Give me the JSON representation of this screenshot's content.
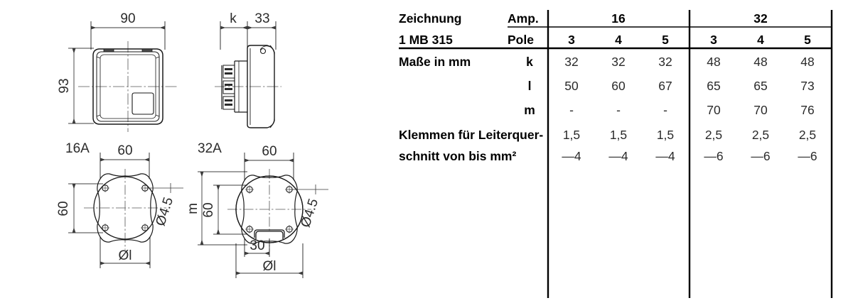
{
  "drawing": {
    "front_view": {
      "width_dim": "90",
      "height_dim": "93"
    },
    "side_view": {
      "depth_dim_left": "k",
      "depth_dim_right": "33"
    },
    "plate_16a": {
      "title": "16A",
      "width_dim": "60",
      "height_dim": "60",
      "hole_dim": "Ø4.5",
      "bore_dim": "Øl"
    },
    "plate_32a": {
      "title": "32A",
      "width_dim": "60",
      "height_dim": "60",
      "outer_height_dim": "m",
      "bottom_dim": "30",
      "hole_dim": "Ø4.5",
      "bore_dim": "Øl"
    }
  },
  "table": {
    "drawing_label": "Zeichnung",
    "drawing_number": "1 MB 315",
    "dimensions_label": "Maße in mm",
    "amp_label": "Amp.",
    "pole_label": "Pole",
    "amp_groups": [
      "16",
      "32"
    ],
    "pole_headers": [
      "3",
      "4",
      "5",
      "3",
      "4",
      "5"
    ],
    "rows": [
      {
        "label": "k",
        "values": [
          "32",
          "32",
          "32",
          "48",
          "48",
          "48"
        ]
      },
      {
        "label": "l",
        "values": [
          "50",
          "60",
          "67",
          "65",
          "65",
          "73"
        ]
      },
      {
        "label": "m",
        "values": [
          "-",
          "-",
          "-",
          "70",
          "70",
          "76"
        ]
      }
    ],
    "terminal_label_line1": "Klemmen für Leiterquer-",
    "terminal_label_line2": "schnitt von bis mm²",
    "terminal_row_top": [
      "1,5",
      "1,5",
      "1,5",
      "2,5",
      "2,5",
      "2,5"
    ],
    "terminal_row_bottom": [
      "—4",
      "—4",
      "—4",
      "—6",
      "—6",
      "—6"
    ]
  },
  "colors": {
    "line": "#1a1a1a",
    "thin_line": "#3a3a3a",
    "text": "#000000",
    "value_text": "#2a2a2a",
    "background": "#ffffff"
  }
}
